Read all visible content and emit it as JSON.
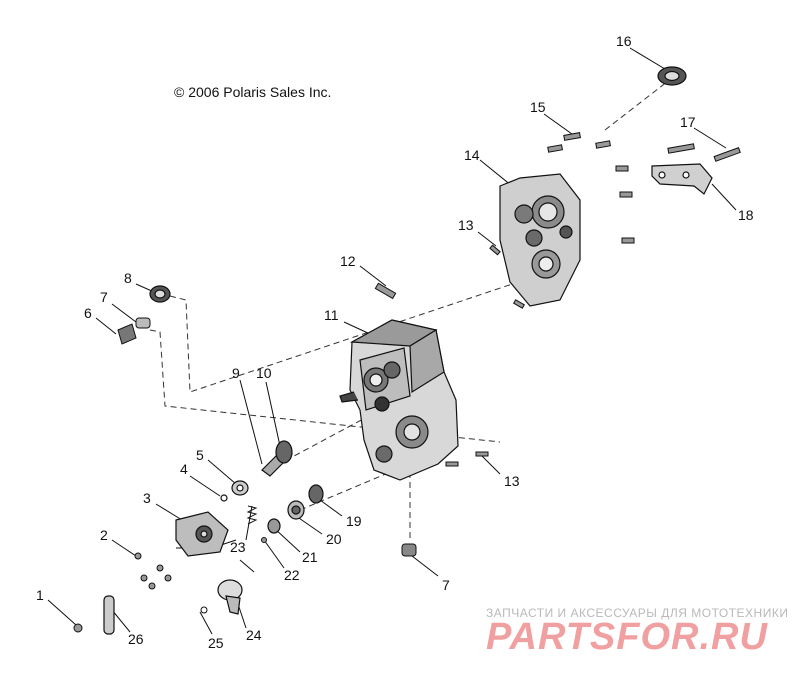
{
  "copyright": "© 2006 Polaris Sales Inc.",
  "watermark": {
    "subtitle": "ЗАПЧАСТИ И АКСЕССУАРЫ ДЛЯ МОТОТЕХНИКИ",
    "brand": "PARTSFOR.RU"
  },
  "callouts": [
    "1",
    "2",
    "3",
    "4",
    "5",
    "6",
    "7",
    "7",
    "8",
    "9",
    "10",
    "11",
    "12",
    "13",
    "13",
    "14",
    "15",
    "16",
    "17",
    "18",
    "19",
    "20",
    "21",
    "22",
    "23",
    "24",
    "25",
    "26"
  ],
  "colors": {
    "line": "#111111",
    "part_fill": "#d8d8d8",
    "dark_fill": "#555555",
    "watermark": "#f0a0a0"
  }
}
